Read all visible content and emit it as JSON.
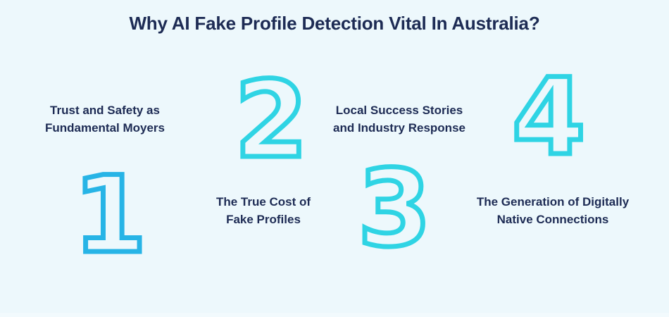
{
  "heading": {
    "title": "Why AI Fake Profile Detection Vital In Australia?"
  },
  "colors": {
    "background": "#EDF8FC",
    "heading_text": "#1D2B54",
    "label_text": "#1D2B54",
    "numeral_one_outline": "#27B4E6",
    "numeral_outline": "#2FD4E4"
  },
  "items": [
    {
      "number": "1",
      "label_line1": "Trust and Safety as",
      "label_line2": "Fundamental Moyers"
    },
    {
      "number": "2",
      "label_line1": "Local Success Stories",
      "label_line2": "and Industry Response"
    },
    {
      "number": "3",
      "label_line1": "The True Cost of",
      "label_line2": "Fake Profiles"
    },
    {
      "number": "4",
      "label_line1": "The Generation of Digitally",
      "label_line2": "Native Connections"
    }
  ]
}
